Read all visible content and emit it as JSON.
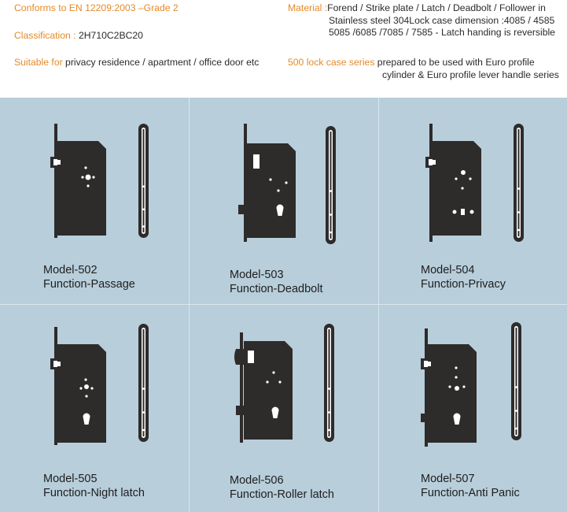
{
  "specs": {
    "conforms": {
      "label": "Conforms to EN 12209:2003 –Grade 2"
    },
    "classification": {
      "label": "Classification : ",
      "value": "2H710C2BC20"
    },
    "suitable": {
      "label": "Suitable for ",
      "value": "privacy residence / apartment / office door etc"
    },
    "material": {
      "label": "Material : ",
      "line1": "Forend / Strike plate / Latch / Deadbolt / Follower in",
      "line2": "Stainless steel 304Lock case dimension :4085 / 4585",
      "line3": "5085 /6085 /7085 / 7585 - Latch handing is reversible"
    },
    "series": {
      "label": "500 lock case series",
      "line1": " prepared to be used with Euro profile",
      "line2": "cylinder & Euro profile lever handle series"
    }
  },
  "colors": {
    "accent": "#e58a2a",
    "panel": "#b8cedb",
    "lock_body": "#2e2b2b"
  },
  "models": [
    {
      "model": "Model-502",
      "function": "Function-Passage",
      "variant": "passage"
    },
    {
      "model": "Model-503",
      "function": "Function-Deadbolt",
      "variant": "deadbolt"
    },
    {
      "model": "Model-504",
      "function": "Function-Privacy",
      "variant": "privacy"
    },
    {
      "model": "Model-505",
      "function": "Function-Night latch",
      "variant": "nightlatch"
    },
    {
      "model": "Model-506",
      "function": "Function-Roller latch",
      "variant": "roller"
    },
    {
      "model": "Model-507",
      "function": "Function-Anti Panic",
      "variant": "antipanic"
    }
  ]
}
